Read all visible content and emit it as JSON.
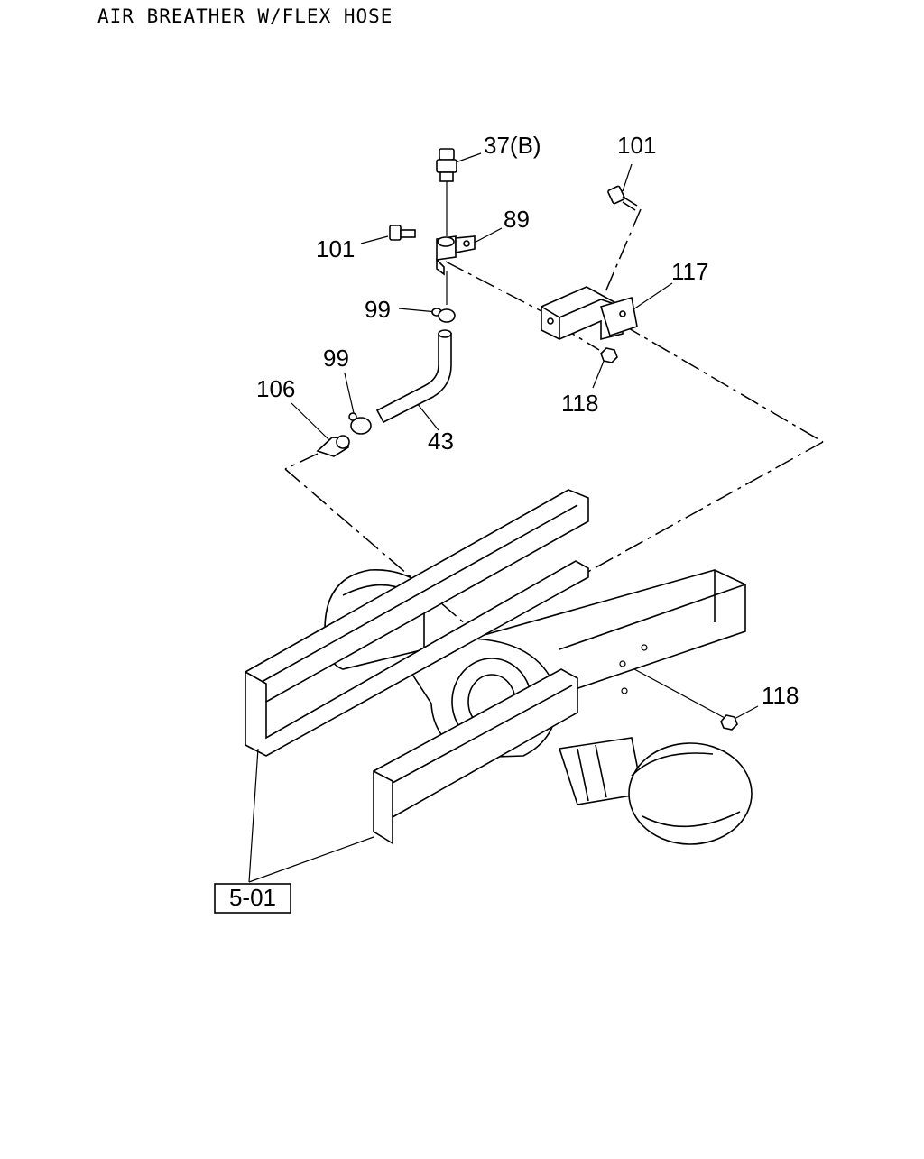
{
  "diagram": {
    "title": "AIR BREATHER W/FLEX HOSE",
    "colors": {
      "line": "#000000",
      "background": "#ffffff"
    },
    "callouts": [
      {
        "id": "c-37b",
        "label": "37(B)"
      },
      {
        "id": "c-101-top",
        "label": "101"
      },
      {
        "id": "c-89",
        "label": "89"
      },
      {
        "id": "c-101-left",
        "label": "101"
      },
      {
        "id": "c-117",
        "label": "117"
      },
      {
        "id": "c-99-upper",
        "label": "99"
      },
      {
        "id": "c-99-lower",
        "label": "99"
      },
      {
        "id": "c-106",
        "label": "106"
      },
      {
        "id": "c-118-upper",
        "label": "118"
      },
      {
        "id": "c-43",
        "label": "43"
      },
      {
        "id": "c-118-lower",
        "label": "118"
      }
    ],
    "reference_box": {
      "label": "5-01"
    }
  }
}
